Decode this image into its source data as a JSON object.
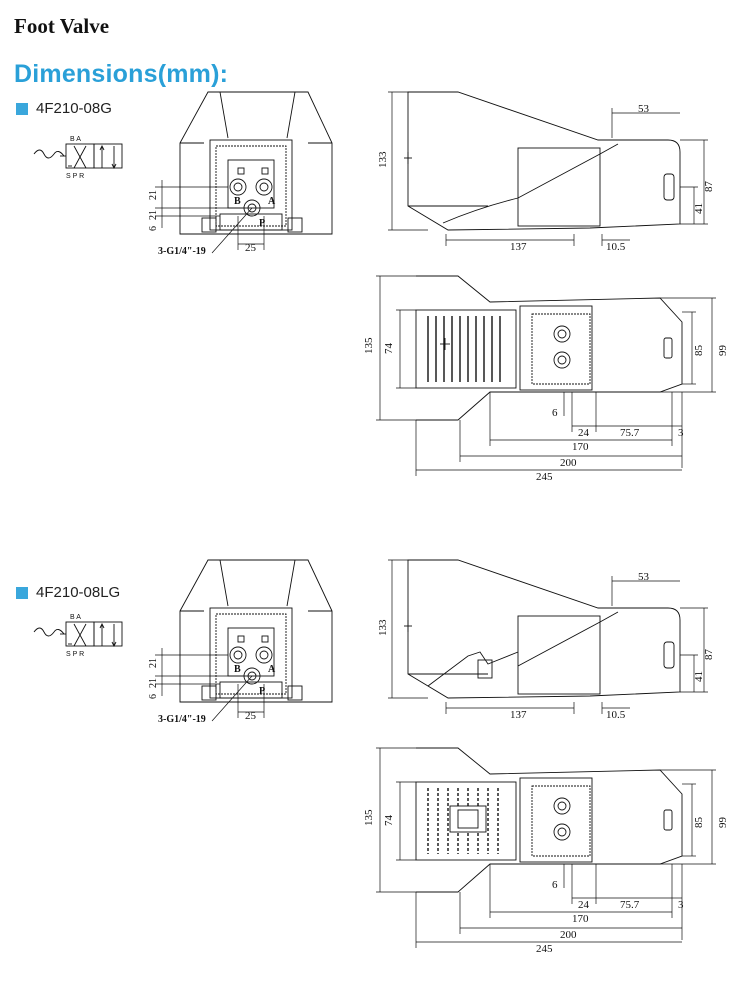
{
  "page": {
    "title": "Foot Valve",
    "section_title": "Dimensions(mm):"
  },
  "accent_color": "#2aa0d8",
  "models": [
    {
      "name": "4F210-08G",
      "symbol": {
        "top": "B A",
        "bottom": "S P R",
        "ports_top": [
          "B",
          "A"
        ],
        "ports_bottom": [
          "S",
          "P",
          "R"
        ]
      },
      "front_view": {
        "port_labels": [
          "B",
          "A",
          "P"
        ],
        "thread": "3-G1/4\"-19",
        "dims": [
          "21",
          "21",
          "6",
          "25"
        ]
      },
      "side_view": {
        "dims": [
          "53",
          "133",
          "87",
          "41",
          "137",
          "10.5"
        ]
      },
      "top_view": {
        "dims": [
          "135",
          "74",
          "85",
          "99",
          "6",
          "24",
          "75.7",
          "3",
          "170",
          "200",
          "245"
        ]
      }
    },
    {
      "name": "4F210-08LG",
      "symbol": {
        "top": "B A",
        "bottom": "S P R",
        "ports_top": [
          "B",
          "A"
        ],
        "ports_bottom": [
          "S",
          "P",
          "R"
        ]
      },
      "front_view": {
        "port_labels": [
          "B",
          "A",
          "P"
        ],
        "thread": "3-G1/4\"-19",
        "dims": [
          "21",
          "21",
          "6",
          "25"
        ]
      },
      "side_view": {
        "dims": [
          "53",
          "133",
          "87",
          "41",
          "137",
          "10.5"
        ]
      },
      "top_view": {
        "dims": [
          "135",
          "74",
          "85",
          "99",
          "6",
          "24",
          "75.7",
          "3",
          "170",
          "200",
          "245"
        ]
      }
    }
  ]
}
